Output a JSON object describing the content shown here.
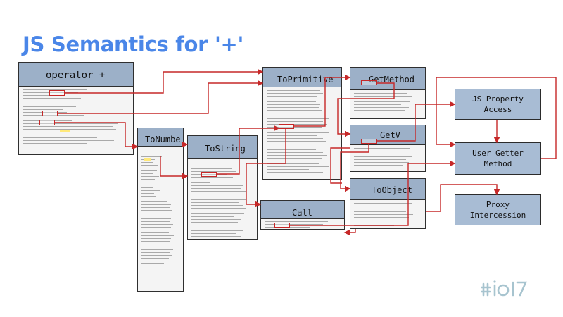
{
  "slide": {
    "title": "JS Semantics for '+'"
  },
  "spec_boxes": {
    "operator_plus": "operator +",
    "to_number": "ToNumbe",
    "to_string": "ToString",
    "to_primitive": "ToPrimitive",
    "get_method": "GetMethod",
    "get_v": "GetV",
    "call": "Call",
    "to_object": "ToObject"
  },
  "flow_boxes": {
    "property_access": "JS Property\nAccess",
    "user_getter": "User Getter\nMethod",
    "proxy": "Proxy\nIntercession"
  },
  "colors": {
    "title": "#4a86e8",
    "header": "#9cb0c8",
    "flow_box": "#a8bcd4",
    "arrow": "#c62828",
    "logo": "#a7c4cf"
  },
  "logo": {
    "icon": "io17-logo-icon"
  }
}
